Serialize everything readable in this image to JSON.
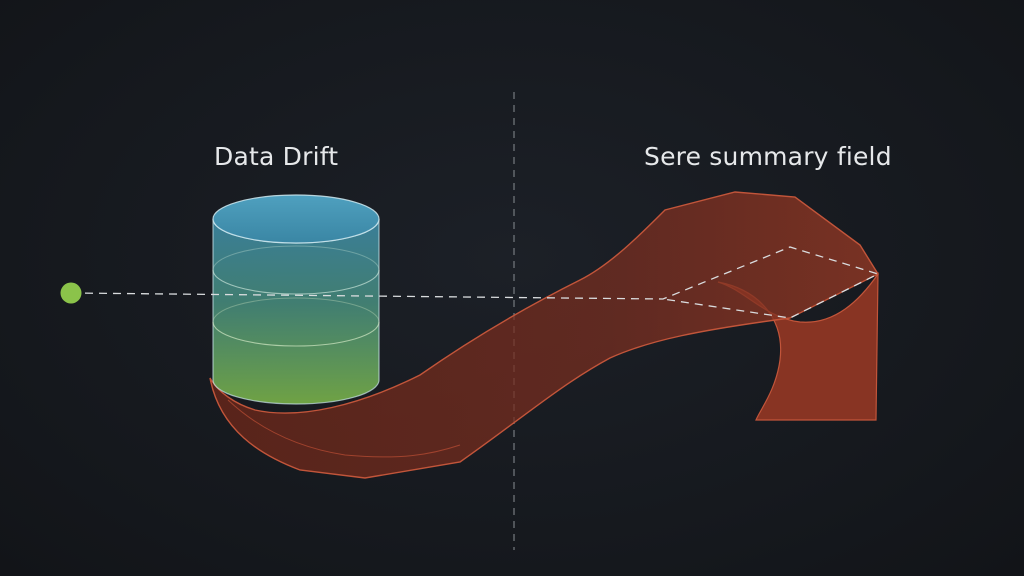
{
  "labels": {
    "left": "Data Drift",
    "right": "Sere summary field"
  },
  "colors": {
    "background": "#15181d",
    "divider": "#6f7479",
    "connector": "#d9dcde",
    "node": "#8bc34a",
    "cylinder_top": "#3f8fae",
    "cylinder_bottom": "#7fba4a",
    "ribbon_fill": "#7a2e20",
    "ribbon_stroke": "#c2553a"
  },
  "icons": {
    "node": "circle-node",
    "database": "database-cylinder",
    "ribbon": "twisted-ribbon-surface"
  }
}
